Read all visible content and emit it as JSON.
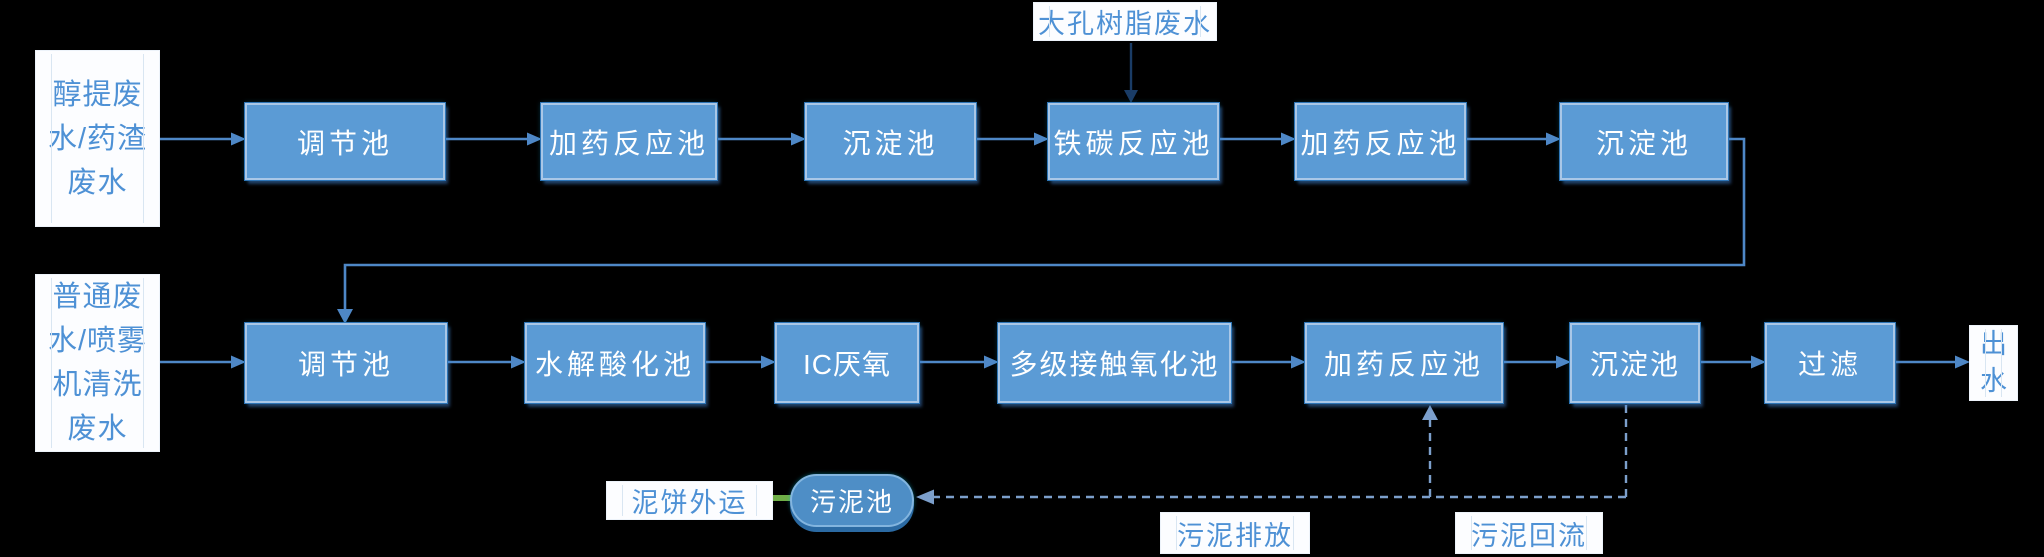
{
  "diagram_title": "wastewater-treatment-process-flow",
  "colors": {
    "background": "#000000",
    "node_fill": "#5B9BD5",
    "node_border": "#A9C7E7",
    "node_text": "#FFFFFF",
    "label_bg": "#FCFDFF",
    "label_text": "#4E91D5",
    "arrow": "#4E87C6",
    "dashed_arrow": "#7C9FCB",
    "green_arrow": "#6FAE47",
    "dark_arrow": "#1A3C66",
    "sludge_fill": "#4E8EC6"
  },
  "sources": [
    {
      "label": "醇提废\n水/药渣\n废水"
    },
    {
      "label": "普通废\n水/喷雾\n机清洗\n废水"
    }
  ],
  "top_label": {
    "label": "大孔树脂废水"
  },
  "row1": [
    {
      "label": "调节池"
    },
    {
      "label": "加药反应池"
    },
    {
      "label": "沉淀池"
    },
    {
      "label": "铁碳反应池"
    },
    {
      "label": "加药反应池"
    },
    {
      "label": "沉淀池"
    }
  ],
  "row2": [
    {
      "label": "调节池"
    },
    {
      "label": "水解酸化池"
    },
    {
      "label": "IC厌氧"
    },
    {
      "label": "多级接触氧化池"
    },
    {
      "label": "加药反应池"
    },
    {
      "label": "沉淀池"
    },
    {
      "label": "过滤"
    }
  ],
  "outflow": {
    "label": "出\n水"
  },
  "sludge": {
    "tank": "污泥池",
    "cake_out": "泥饼外运",
    "discharge": "污泥排放",
    "return": "污泥回流"
  }
}
